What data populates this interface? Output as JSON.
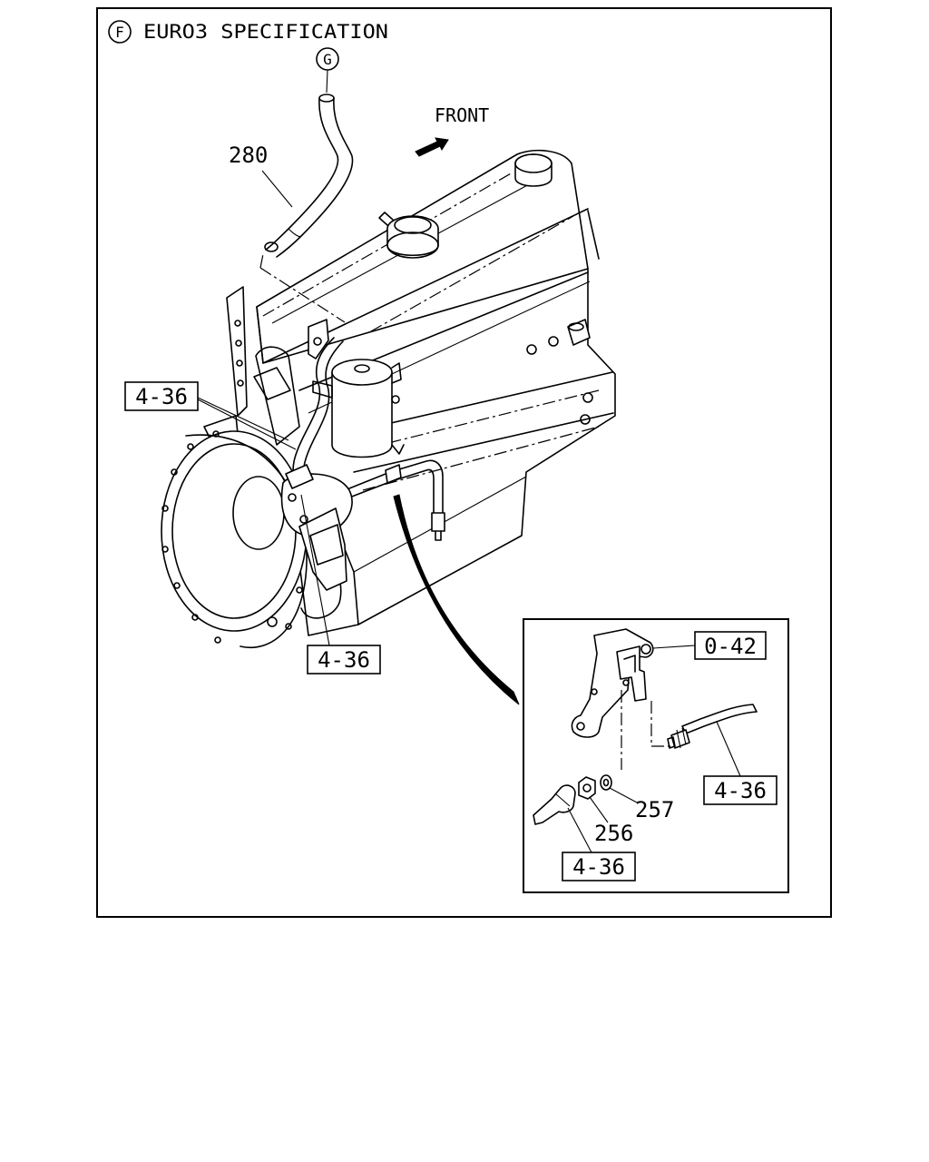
{
  "header": {
    "variant_letter": "F",
    "title": "EURO3 SPECIFICATION"
  },
  "connector_letter": "G",
  "direction_label": "FRONT",
  "callouts": {
    "hose": "280",
    "ref_upper_left": "4-36",
    "ref_lower": "4-36",
    "inset_bracket": "0-42",
    "inset_pipe": "4-36",
    "inset_washer": "257",
    "inset_nut": "256",
    "inset_sensor": "4-36"
  }
}
